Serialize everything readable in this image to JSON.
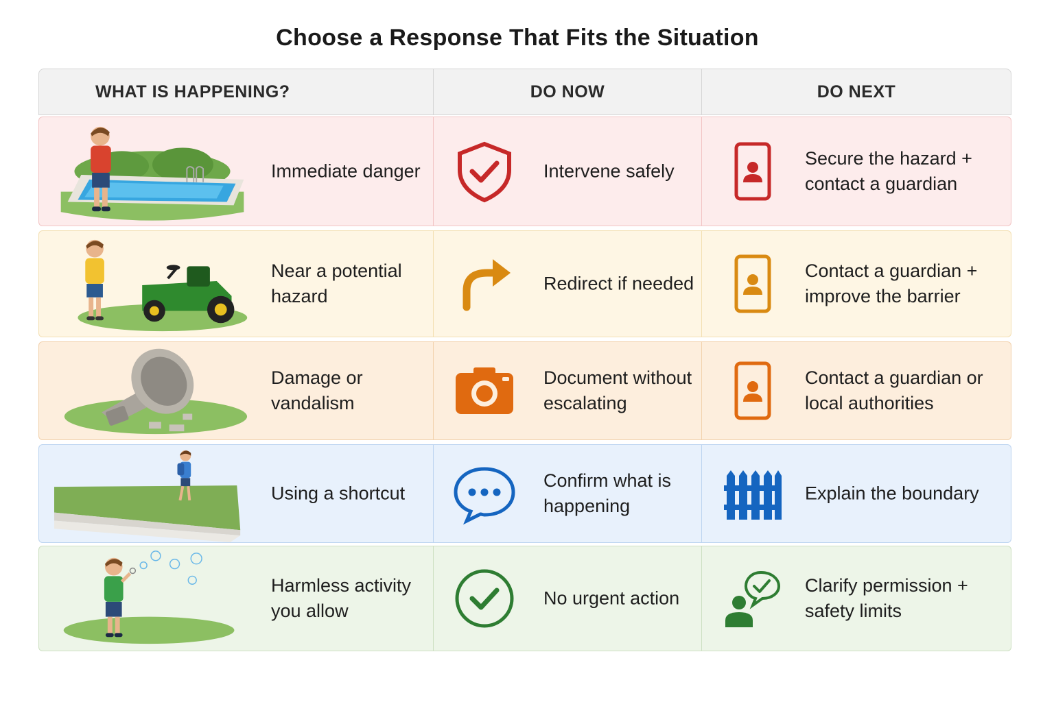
{
  "title": "Choose a Response That Fits the Situation",
  "headers": {
    "situation": "WHAT IS HAPPENING?",
    "do_now": "DO NOW",
    "do_next": "DO NEXT"
  },
  "rows": [
    {
      "situation": "Immediate danger",
      "do_now": "Intervene safely",
      "do_next": "Secure the hazard + contact a guardian",
      "illustration": "child-by-pool-illustration",
      "now_icon": "shield-check-icon",
      "next_icon": "phone-contact-icon",
      "colors": {
        "bg": "#fdecec",
        "border": "#f2c4c4",
        "accent": "#c62828"
      }
    },
    {
      "situation": "Near a potential hazard",
      "do_now": "Redirect if needed",
      "do_next": "Contact a guardian + improve the barrier",
      "illustration": "child-near-lawn-mower-illustration",
      "now_icon": "redirect-arrow-icon",
      "next_icon": "phone-contact-icon",
      "colors": {
        "bg": "#fef6e4",
        "border": "#f3dfb2",
        "accent": "#d98a12"
      }
    },
    {
      "situation": "Damage or vandalism",
      "do_now": "Document without escalating",
      "do_next": "Contact a guardian or local authorities",
      "illustration": "toppled-birdbath-illustration",
      "now_icon": "camera-icon",
      "next_icon": "phone-contact-icon",
      "colors": {
        "bg": "#fdeedd",
        "border": "#f2d2ad",
        "accent": "#e06a10"
      }
    },
    {
      "situation": "Using a shortcut",
      "do_now": "Confirm what is happening",
      "do_next": "Explain the boundary",
      "illustration": "child-walking-across-lawn-illustration",
      "now_icon": "speech-bubble-icon",
      "next_icon": "fence-icon",
      "colors": {
        "bg": "#e8f1fc",
        "border": "#bcd4f0",
        "accent": "#1565c0"
      }
    },
    {
      "situation": "Harmless activity you allow",
      "do_now": "No urgent action",
      "do_next": "Clarify permission + safety limits",
      "illustration": "child-blowing-bubbles-illustration",
      "now_icon": "check-circle-icon",
      "next_icon": "person-approved-icon",
      "colors": {
        "bg": "#edf5e8",
        "border": "#cde0c2",
        "accent": "#2e7d32"
      }
    }
  ]
}
